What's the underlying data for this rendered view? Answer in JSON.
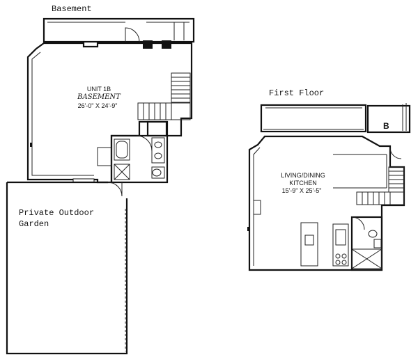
{
  "headings": {
    "basement": "Basement",
    "first_floor": "First Floor",
    "garden": "Private Outdoor\nGarden"
  },
  "unit_1b": {
    "name": "UNIT 1B",
    "level": "BASEMENT",
    "size": "26'-0\" X 24'-9\""
  },
  "living": {
    "name": "LIVING/DINING\nKITCHEN",
    "size": "15'-9\" X 25'-5\""
  },
  "marker": "B"
}
